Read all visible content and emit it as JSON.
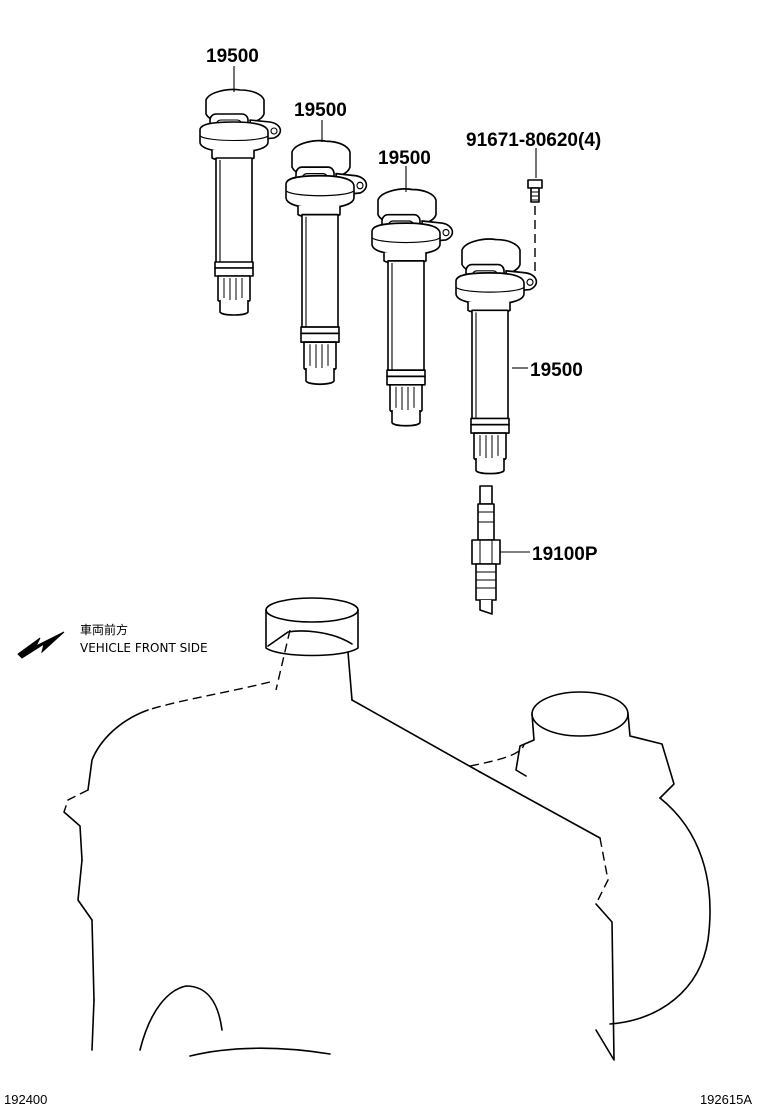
{
  "parts": {
    "coil_1": "19500",
    "coil_2": "19500",
    "coil_3": "19500",
    "coil_4": "19500",
    "bolt": "91671-80620(4)",
    "spark_plug": "19100P"
  },
  "direction": {
    "japanese": "車両前方",
    "english": "VEHICLE FRONT SIDE"
  },
  "footer": {
    "left_code": "192400",
    "right_code": "192615A"
  },
  "icons": [
    "arrow-front-icon"
  ]
}
